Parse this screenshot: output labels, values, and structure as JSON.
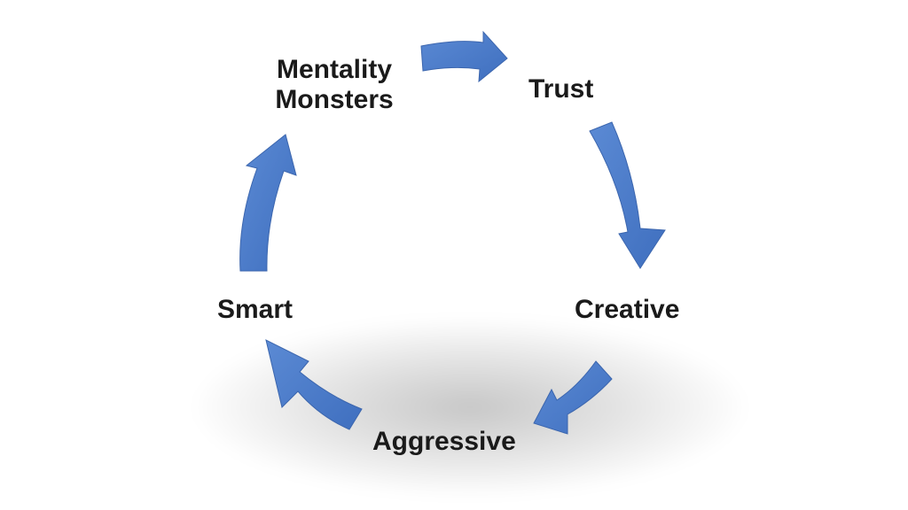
{
  "diagram": {
    "type": "cycle",
    "colors": {
      "arrow_fill": "#4a7ac7",
      "arrow_stroke": "#3c66ae",
      "text": "#1a1a1a",
      "background": "#ffffff"
    },
    "nodes": {
      "mentality_line1": "Mentality",
      "mentality_line2": "Monsters",
      "trust": "Trust",
      "creative": "Creative",
      "aggressive": "Aggressive",
      "smart": "Smart"
    }
  }
}
